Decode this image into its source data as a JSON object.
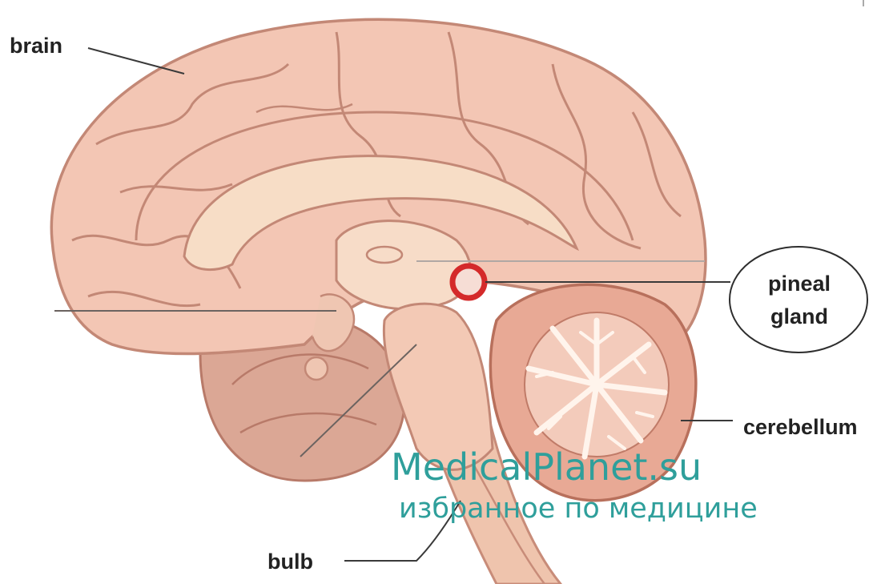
{
  "labels": {
    "brain": "brain",
    "pineal_gland_line1": "pineal",
    "pineal_gland_line2": "gland",
    "cerebellum": "cerebellum",
    "bulb": "bulb"
  },
  "watermark": {
    "site": "MedicalPlanet.su",
    "tagline": "избранное по медицине"
  },
  "colors": {
    "tissue": "#f2c3b2",
    "tissue_dark": "#d59483",
    "pineal_highlight": "#d42a2a",
    "watermark": "#2f9f9b",
    "leader_line": "#3a3a3a"
  }
}
